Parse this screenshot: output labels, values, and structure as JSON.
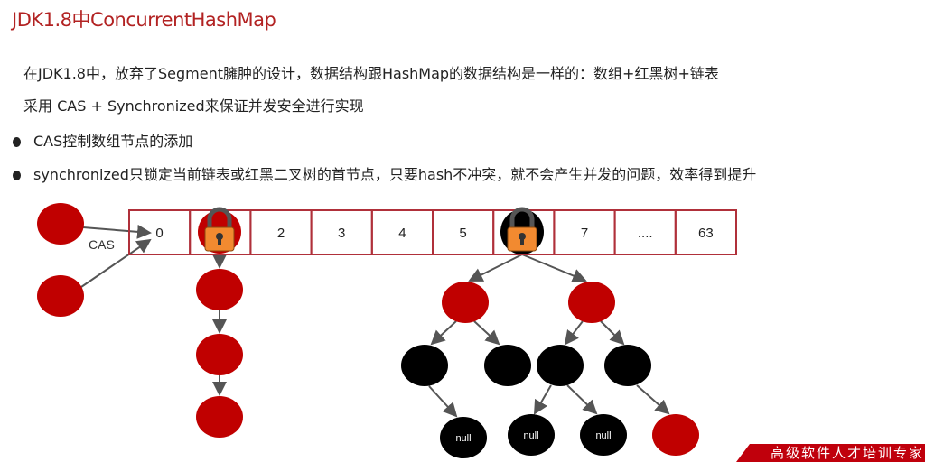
{
  "title": "JDK1.8中ConcurrentHashMap",
  "lines": [
    "在JDK1.8中，放弃了Segment臃肿的设计，数据结构跟HashMap的数据结构是一样的：数组+红黑树+链表",
    "采用 CAS + Synchronized来保证并发安全进行实现"
  ],
  "bullets": [
    "CAS控制数组节点的添加",
    "synchronized只锁定当前链表或红黑二叉树的首节点，只要hash不冲突，就不会产生并发的问题，效率得到提升"
  ],
  "diagram": {
    "cas_label": "CAS",
    "cells": [
      "0",
      "",
      "2",
      "3",
      "4",
      "5",
      "",
      "7",
      "....",
      "63"
    ],
    "null_label": "null",
    "colors": {
      "red": "#c00000",
      "black": "#000000",
      "lock": "#f28a30",
      "border": "#b0303a"
    }
  },
  "banner": "高级软件人才培训专家"
}
